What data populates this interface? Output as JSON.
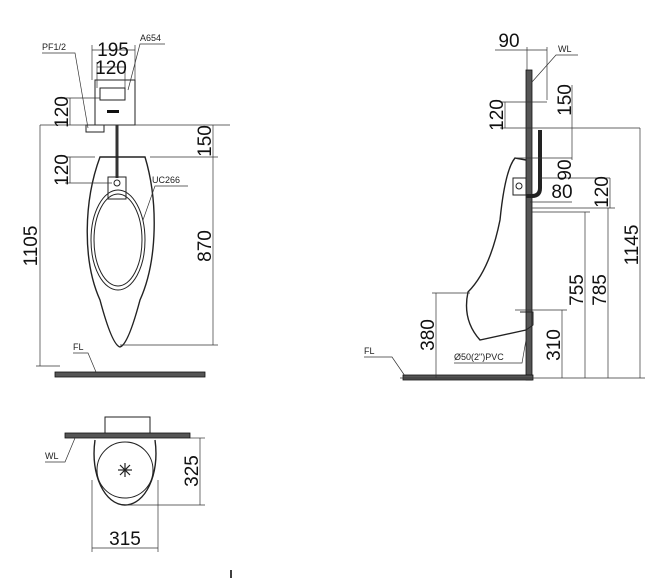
{
  "front_view": {
    "labels": {
      "valve": "A654",
      "inlet": "PF1/2",
      "urinal": "UC266",
      "floor": "FL"
    },
    "dimensions": {
      "valve_width": "195",
      "valve_inner": "120",
      "valve_height": "120",
      "gap": "150",
      "bracket": "120",
      "total_height": "1105",
      "urinal_height": "870"
    }
  },
  "top_view": {
    "labels": {
      "wall": "WL"
    },
    "dimensions": {
      "depth": "325",
      "width": "315"
    }
  },
  "side_view": {
    "labels": {
      "wall": "WL",
      "floor": "FL",
      "drain": "Ø50(2\")PVC"
    },
    "dimensions": {
      "wall_offset": "90",
      "valve_height": "120",
      "top_gap": "150",
      "pipe_drop": "90",
      "pipe_offset": "80",
      "bracket": "120",
      "total_height": "1145",
      "rim_height": "755",
      "bracket_height": "785",
      "lip_height": "380",
      "drain_height": "310"
    }
  }
}
